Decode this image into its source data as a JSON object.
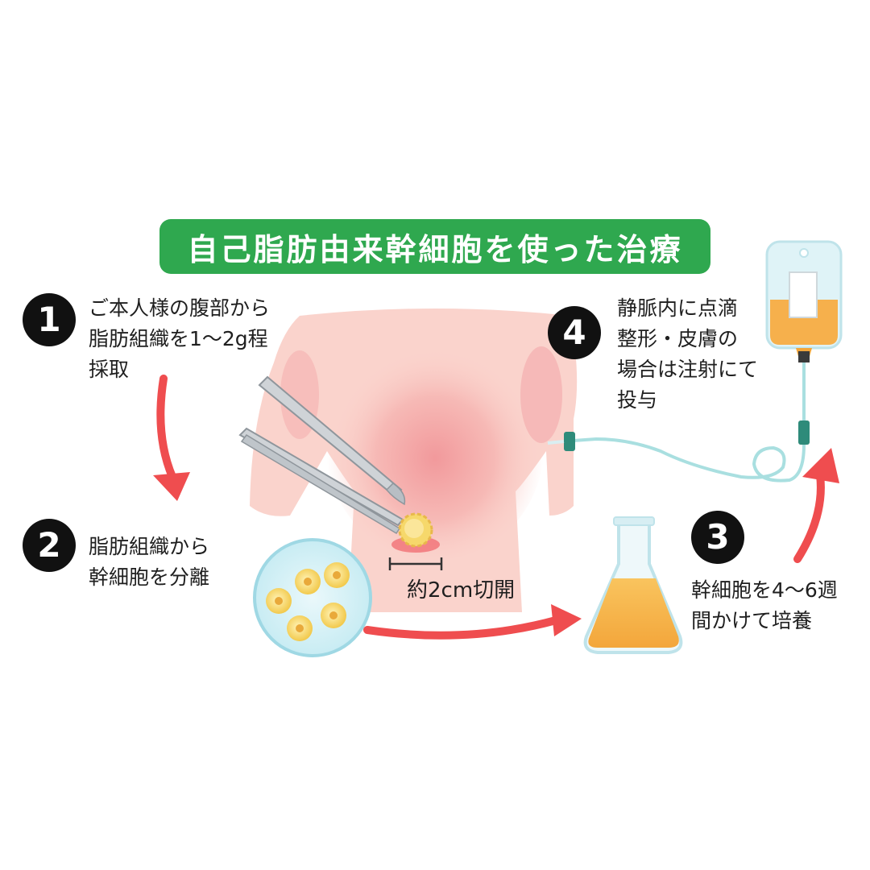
{
  "title": "自己脂肪由来幹細胞を使った治療",
  "steps": [
    {
      "number": "1",
      "lines": [
        "ご本人様の腹部から",
        "脂肪組織を1〜2g程",
        "採取"
      ]
    },
    {
      "number": "2",
      "lines": [
        "脂肪組織から",
        "幹細胞を分離"
      ]
    },
    {
      "number": "3",
      "lines": [
        "幹細胞を4〜6週",
        "間かけて培養"
      ]
    },
    {
      "number": "4",
      "lines": [
        "静脈内に点滴",
        "整形・皮膚の",
        "場合は注射にて",
        "投与"
      ]
    }
  ],
  "incision_label": "約2cm切開",
  "colors": {
    "banner": "#2fa84f",
    "arrow": "#ef4d4f",
    "body": "#f9c7c0",
    "culture_liquid": "#f7b04a",
    "iv_liquid": "#f7b04a",
    "tube": "#a9dfe0",
    "connector": "#2e8b7a"
  }
}
